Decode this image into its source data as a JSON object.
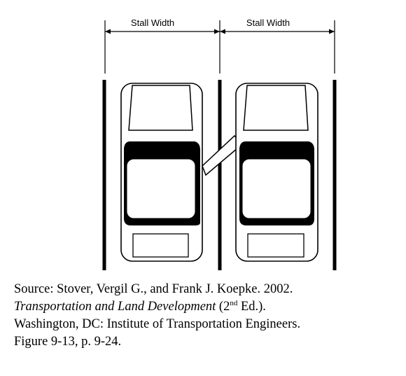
{
  "diagram": {
    "left_stall_label": "Stall Width",
    "right_stall_label": "Stall Width"
  },
  "caption": {
    "line1": "Source: Stover, Vergil G., and Frank J. Koepke. 2002.",
    "book_title": "Transportation and Land Development",
    "edition_pre": " (2",
    "edition_sup": "nd",
    "edition_post": " Ed.).",
    "line3": "Washington, DC: Institute of Transportation Engineers.",
    "line4": "Figure 9-13, p. 9-24."
  }
}
